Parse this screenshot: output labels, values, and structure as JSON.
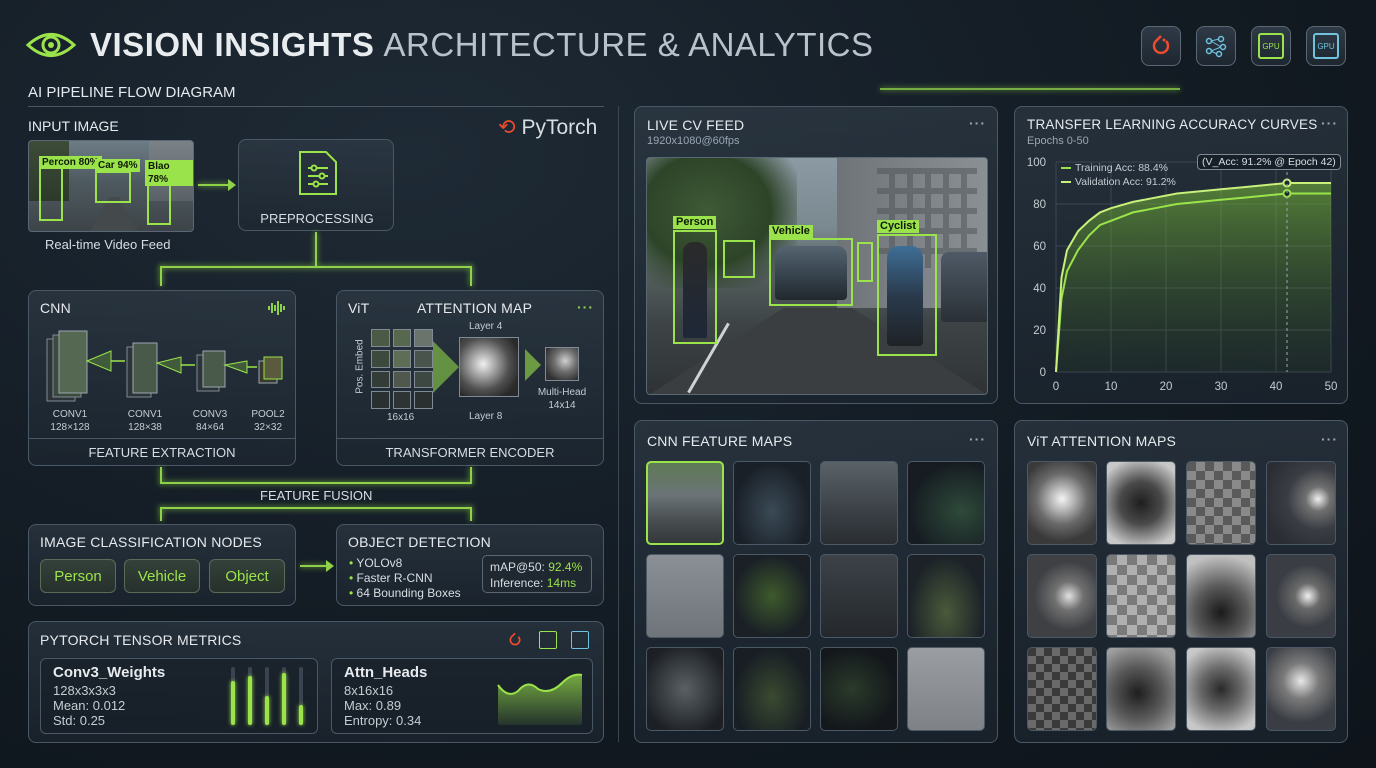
{
  "header": {
    "title_bold": "VISION INSIGHTS",
    "title_light": "ARCHITECTURE & ANALYTICS",
    "icons": [
      "pytorch-icon",
      "neural-icon",
      "gpu-chip-icon",
      "cpu-chip-icon"
    ],
    "gpu_label": "GPU",
    "cpu_label": "GPU"
  },
  "pipeline": {
    "section_title": "AI PIPELINE FLOW DIAGRAM",
    "input_title": "INPUT IMAGE",
    "input_caption": "Real-time Video Feed",
    "input_labels": [
      "Percon 80%",
      "Car 94%",
      "Blao 78%"
    ],
    "pytorch_logo": "PyTorch",
    "preprocessing": "PREPROCESSING",
    "cnn": {
      "title": "CNN",
      "layers": [
        {
          "name": "CONV1",
          "dims": "128×128"
        },
        {
          "name": "CONV1",
          "dims": "128×38"
        },
        {
          "name": "CONV3",
          "dims": "84×64"
        },
        {
          "name": "POOL2",
          "dims": "32×32"
        }
      ],
      "footer": "FEATURE EXTRACTION"
    },
    "vit": {
      "title": "ViT",
      "attention_title": "ATTENTION MAP",
      "pos_embed": "Pos. Embed",
      "grid_label": "16x16",
      "layer_top": "Layer 4",
      "layer_bottom": "Layer 8",
      "multi_head": "Multi-Head",
      "multi_head_dims": "14x14",
      "footer": "TRANSFORMER ENCODER"
    },
    "fusion": "FEATURE FUSION",
    "classification": {
      "title": "IMAGE CLASSIFICATION NODES",
      "nodes": [
        "Person",
        "Vehicle",
        "Object"
      ]
    },
    "detection": {
      "title": "OBJECT DETECTION",
      "items": [
        "YOLOv8",
        "Faster R-CNN",
        "64 Bounding Boxes"
      ],
      "map_label": "mAP@50:",
      "map_value": "92.4%",
      "inference_label": "Inference:",
      "inference_value": "14ms"
    }
  },
  "tensor_metrics": {
    "title": "PYTORCH TENSOR METRICS",
    "conv": {
      "name": "Conv3_Weights",
      "shape": "128x3x3x3",
      "mean": "Mean: 0.012",
      "std": "Std: 0.25",
      "bars": [
        0.75,
        0.85,
        0.5,
        0.9,
        0.35
      ]
    },
    "attn": {
      "name": "Attn_Heads",
      "shape": "8x16x16",
      "max": "Max: 0.89",
      "entropy": "Entropy: 0.34"
    }
  },
  "live_feed": {
    "title": "LIVE CV FEED",
    "resolution": "1920x1080@60fps",
    "labels": [
      "Person",
      "Vehicle",
      "Cyclist"
    ]
  },
  "accuracy": {
    "title": "TRANSFER LEARNING ACCURACY CURVES",
    "subtitle": "Epochs 0-50",
    "annotation": "(V_Acc: 91.2% @ Epoch 42)",
    "legend_train": "Training Acc: 88.4%",
    "legend_val": "Validation Acc: 91.2%"
  },
  "chart_data": {
    "type": "line",
    "x": [
      0,
      1,
      2,
      4,
      6,
      8,
      10,
      14,
      18,
      22,
      26,
      30,
      34,
      38,
      42,
      46,
      50
    ],
    "series": [
      {
        "name": "Training Acc: 88.4%",
        "values": [
          0,
          35,
          48,
          58,
          65,
          70,
          72,
          76,
          78,
          80,
          81,
          82,
          83,
          84,
          85,
          85,
          85
        ]
      },
      {
        "name": "Validation Acc: 91.2%",
        "values": [
          0,
          45,
          58,
          67,
          72,
          76,
          78,
          81,
          83,
          85,
          86,
          87,
          88,
          89,
          90,
          90,
          90
        ]
      }
    ],
    "xticks": [
      0,
      10,
      20,
      30,
      40,
      50
    ],
    "yticks": [
      0,
      20,
      40,
      60,
      80,
      100
    ],
    "xlim": [
      0,
      50
    ],
    "ylim": [
      0,
      100
    ],
    "marker_epoch": 42
  },
  "cnn_maps": {
    "title": "CNN FEATURE MAPS"
  },
  "vit_maps": {
    "title": "ViT ATTENTION MAPS"
  },
  "colors": {
    "accent": "#9be34a",
    "panel_border": "#4a5866",
    "pytorch": "#ee4c2c"
  }
}
